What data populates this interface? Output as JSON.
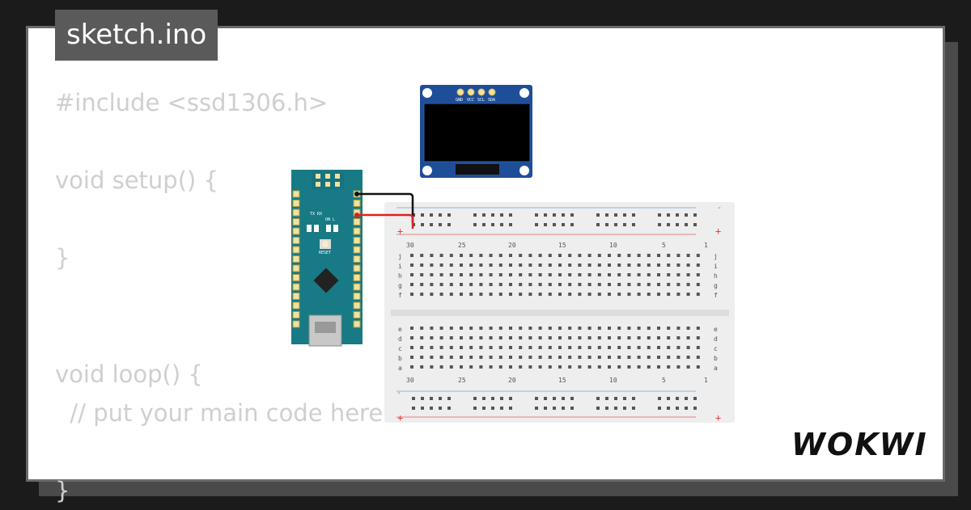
{
  "tab": {
    "title": "sketch.ino"
  },
  "code_lines": [
    "#include <ssd1306.h>",
    "",
    "void setup() {",
    "",
    "}",
    "",
    "",
    "void loop() {",
    "  // put your main code here",
    "",
    "}"
  ],
  "logo": {
    "text": "WOKWI"
  },
  "oled": {
    "pins": [
      "GND",
      "VCC",
      "SCL",
      "SDA"
    ]
  },
  "arduino": {
    "tx_rx": "TX RX",
    "on_l": "ON L",
    "reset": "RESET"
  },
  "breadboard": {
    "column_numbers": [
      "30",
      "25",
      "20",
      "15",
      "10",
      "5",
      "1"
    ],
    "rows_top": [
      "j",
      "i",
      "h",
      "g",
      "f"
    ],
    "rows_bottom": [
      "e",
      "d",
      "c",
      "b",
      "a"
    ],
    "rail_plus": "+",
    "rail_minus": "-"
  },
  "colors": {
    "pcb_teal": "#177a85",
    "oled_blue": "#1f4e99",
    "wire_black": "#111111",
    "wire_red": "#e02020",
    "rail_red": "#e88080",
    "rail_blue": "#88bbdd"
  }
}
